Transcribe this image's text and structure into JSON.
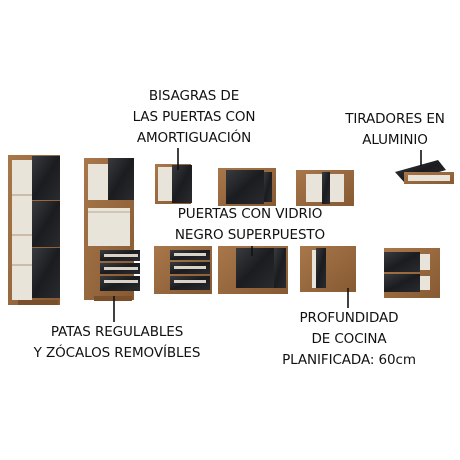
{
  "callouts": {
    "hinges": [
      "BISAGRAS DE",
      "LAS PUERTAS CON",
      "AMORTIGUACIÓN"
    ],
    "handles": [
      "TIRADORES EN",
      "ALUMINIO"
    ],
    "glass_doors": [
      "PUERTAS CON VIDRIO",
      "NEGRO SUPERPUESTO"
    ],
    "feet": [
      "PATAS REGULABLES",
      "Y ZÓCALOS REMOVÍBLES"
    ],
    "depth": [
      "PROFUNDIDAD",
      "DE COCINA",
      "PLANIFICADA: 60cm"
    ]
  },
  "colors": {
    "wood": "#9b6a3e",
    "wood_dark": "#7a4f2c",
    "glass": "#1e1f22",
    "interior": "#e9e4da",
    "leader_line": "#111111"
  }
}
